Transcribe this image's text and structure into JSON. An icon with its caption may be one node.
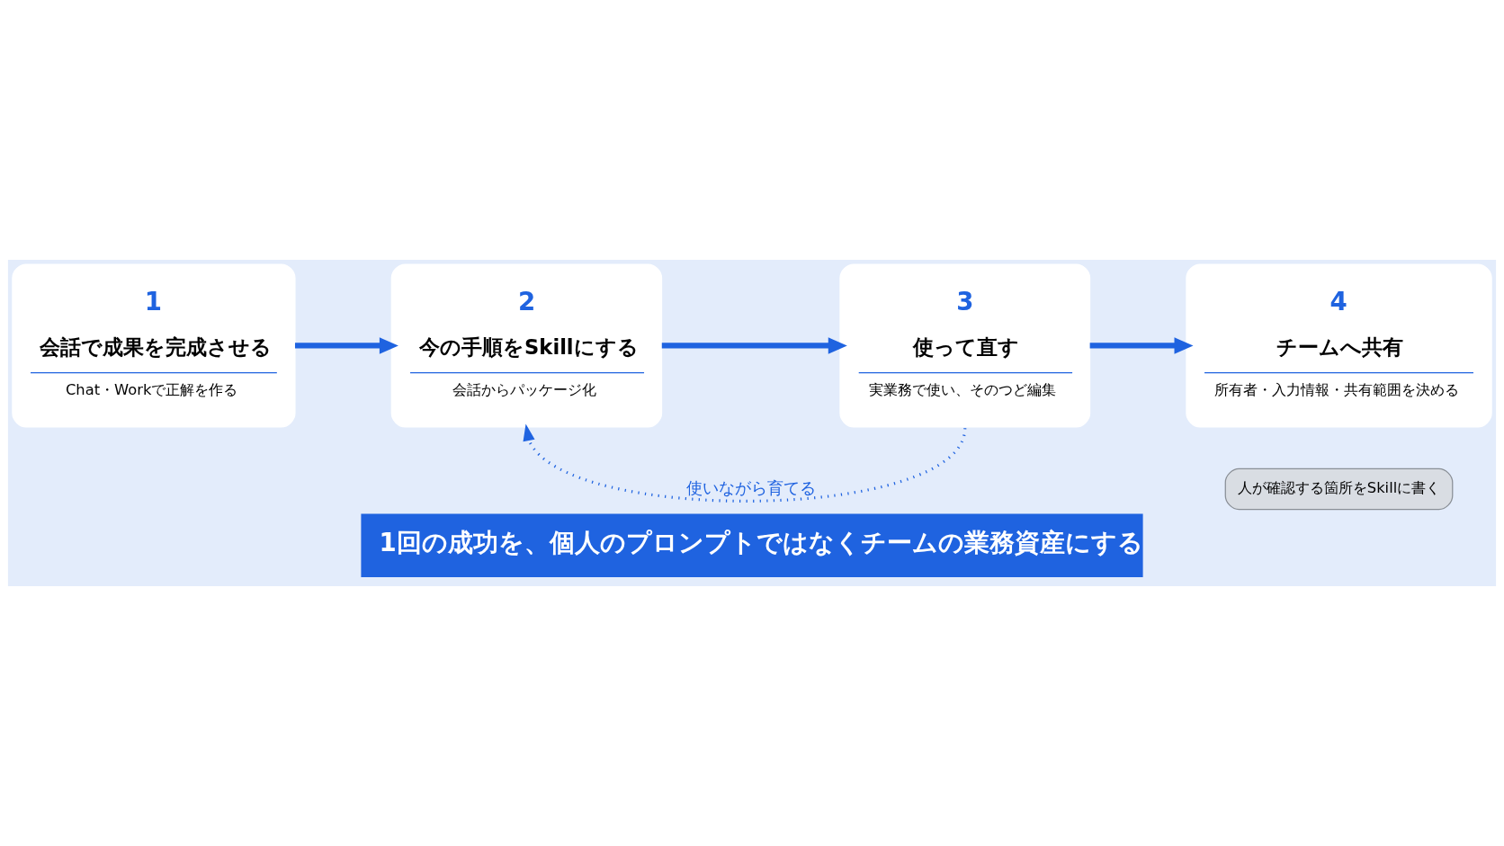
{
  "diagram": {
    "caption": "1回の成功を、個人のプロンプトではなくチームの業務資産にする",
    "nodes": [
      {
        "text": [
          "1",
          "会話で成果を完成させる",
          "Chat・Workで正解を作る"
        ]
      },
      {
        "text": [
          "2",
          "今の手順をSkillにする",
          "会話からパッケージ化"
        ]
      },
      {
        "text": [
          "3",
          "使って直す",
          "実業務で使い、そのつど編集"
        ]
      },
      {
        "text": [
          "4",
          "チームへ共有",
          "所有者・入力情報・共有範囲を決める"
        ]
      },
      {
        "text": [
          "人が確認する箇所をSkillに書く"
        ]
      }
    ],
    "edges": [
      {
        "from": 0,
        "to": 1,
        "arrow": "to"
      },
      {
        "from": 1,
        "to": 2,
        "arrow": "to"
      },
      {
        "from": 2,
        "to": 3,
        "arrow": "to"
      },
      {
        "from": 2,
        "to": 1,
        "arrow": "to",
        "style": "dashed",
        "label": "使いながら育てる"
      }
    ]
  }
}
